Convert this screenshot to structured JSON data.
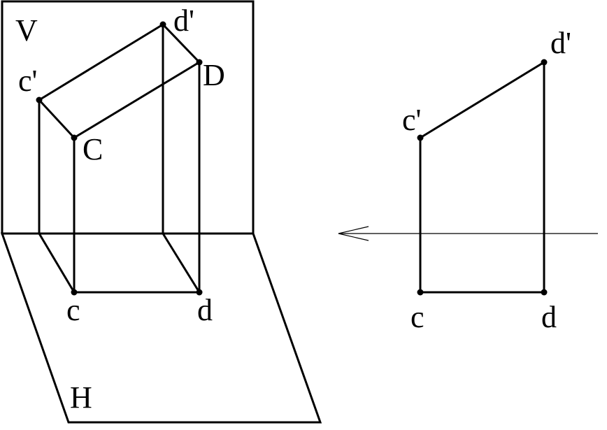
{
  "labels": {
    "plane_v": "V",
    "plane_h": "H",
    "left": {
      "c_prime": "c'",
      "d_prime": "d'",
      "C": "C",
      "D": "D",
      "c": "c",
      "d": "d"
    },
    "right": {
      "c_prime": "c'",
      "d_prime": "d'",
      "c": "c",
      "d": "d"
    }
  },
  "colors": {
    "stroke": "#000000",
    "background": "#ffffff"
  }
}
